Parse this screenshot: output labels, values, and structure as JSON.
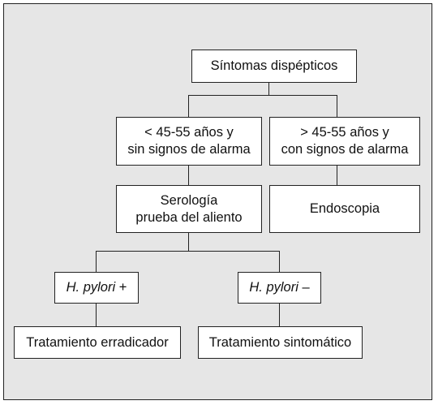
{
  "nodes": {
    "root": "Síntomas dispépticos",
    "young_line1": "< 45-55 años y",
    "young_line2": "sin signos de alarma",
    "old_line1": "> 45-55 años y",
    "old_line2": "con signos de alarma",
    "sero_line1": "Serología",
    "sero_line2": "prueba del aliento",
    "endoscopy": "Endoscopia",
    "hp_pos_name": "H. pylori",
    "hp_pos_sign": " +",
    "hp_neg_name": "H. pylori",
    "hp_neg_sign": " –",
    "eradication": "Tratamiento erradicador",
    "symptomatic": "Tratamiento sintomático"
  }
}
